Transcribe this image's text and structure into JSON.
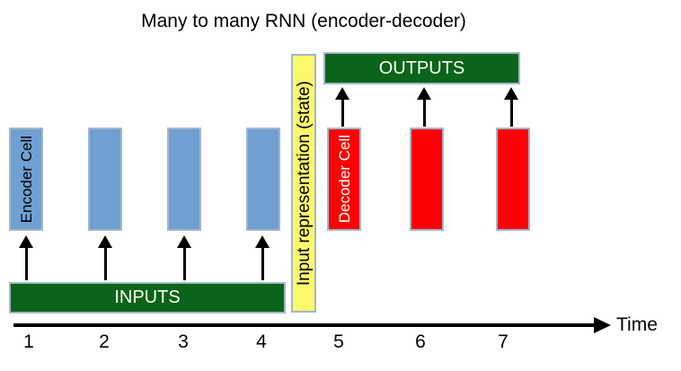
{
  "title": "Many to many RNN (encoder-decoder)",
  "colors": {
    "encoder_blue": "#6fa0d1",
    "decoder_red": "#fc0204",
    "bar_green": "#0a6419",
    "state_yellow": "#fbf96a",
    "cell_border": "#a3b6cc",
    "arrow_black": "#000000",
    "bar_text": "#fffff2"
  },
  "encoder": {
    "cell_label": "Encoder Cell",
    "inputs_label": "INPUTS"
  },
  "state": {
    "label": "Input representation (state)"
  },
  "decoder": {
    "cell_label": "Decoder Cell",
    "outputs_label": "OUTPUTS"
  },
  "axis": {
    "label": "Time",
    "ticks": [
      "1",
      "2",
      "3",
      "4",
      "5",
      "6",
      "7"
    ]
  }
}
